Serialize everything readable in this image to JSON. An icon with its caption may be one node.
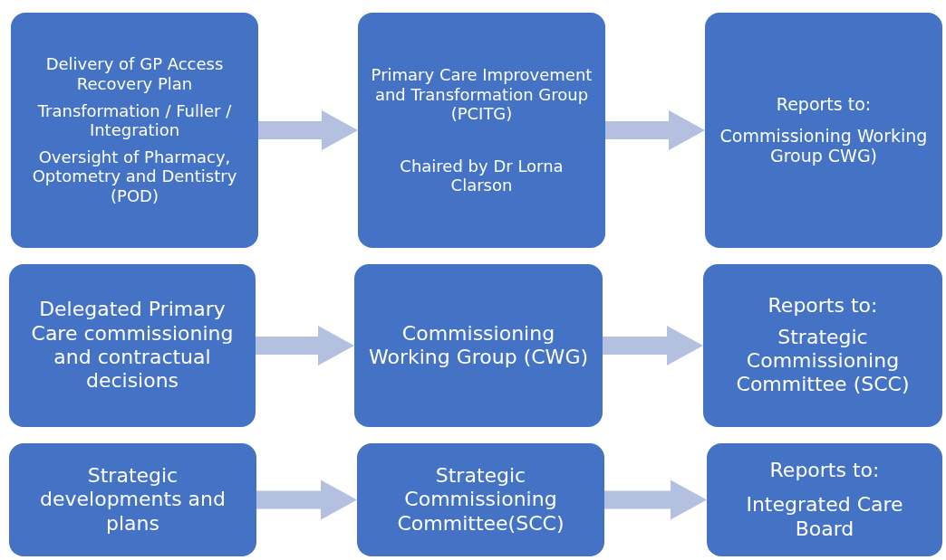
{
  "diagram": {
    "nodes": [
      {
        "text": [
          "Delivery of GP Access Recovery Plan",
          "Transformation / Fuller / Integration",
          "Oversight of Pharmacy, Optometry and Dentistry (POD)"
        ]
      },
      {
        "text": [
          "Primary Care Improvement and Transformation Group (PCITG)",
          "Chaired by Dr Lorna Clarson"
        ]
      },
      {
        "text": [
          "Reports to:",
          "Commissioning Working Group CWG)"
        ]
      },
      {
        "text": [
          "Delegated Primary Care commissioning and contractual decisions"
        ]
      },
      {
        "text": [
          "Commissioning Working Group (CWG)"
        ]
      },
      {
        "text": [
          "Reports to:",
          "Strategic Commissioning Committee (SCC)"
        ]
      },
      {
        "text": [
          "Strategic developments and plans"
        ]
      },
      {
        "text": [
          "Strategic Commissioning Committee(SCC)"
        ]
      },
      {
        "text": [
          "Reports to:",
          "Integrated Care Board"
        ]
      }
    ],
    "edges": [
      {
        "from": 0,
        "to": 1,
        "arrow": "to"
      },
      {
        "from": 1,
        "to": 2,
        "arrow": "to"
      },
      {
        "from": 3,
        "to": 4,
        "arrow": "to"
      },
      {
        "from": 4,
        "to": 5,
        "arrow": "to"
      },
      {
        "from": 6,
        "to": 7,
        "arrow": "to"
      },
      {
        "from": 7,
        "to": 8,
        "arrow": "to"
      }
    ]
  }
}
